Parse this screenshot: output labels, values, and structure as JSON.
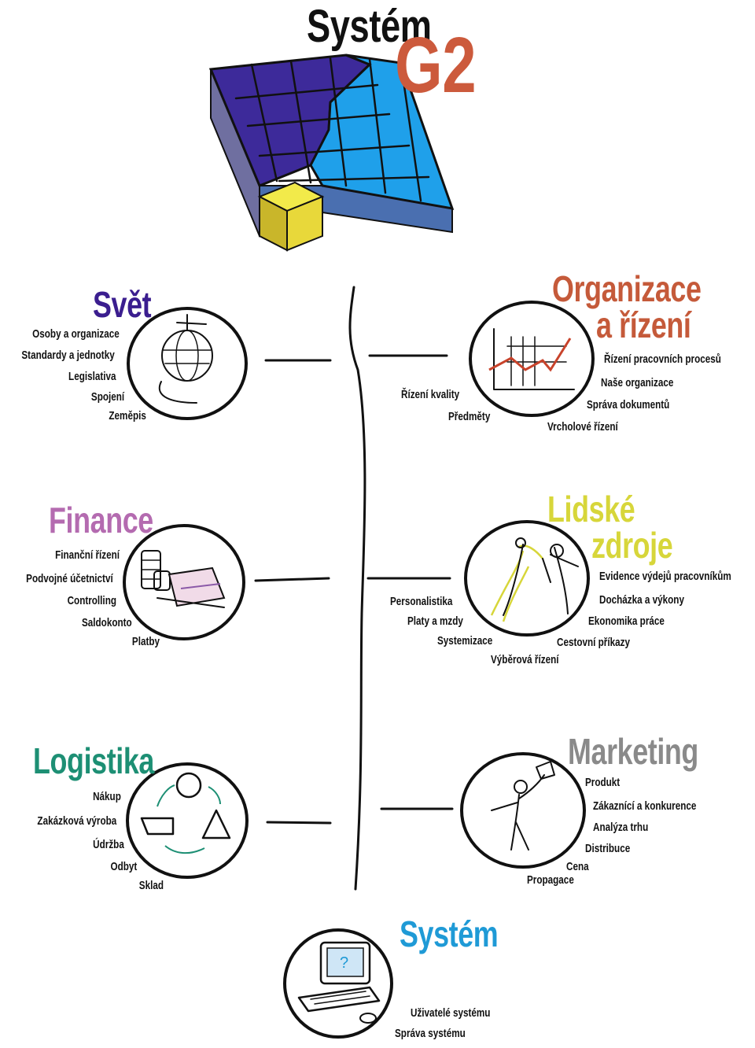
{
  "header": {
    "title_word": "Systém",
    "title_code": "G2"
  },
  "colors": {
    "svet": "#3b1e8f",
    "organizace": "#c55a3a",
    "finance": "#b46bb0",
    "lidske": "#d7d63a",
    "logistika": "#1d8f74",
    "marketing": "#8a8a8a",
    "system": "#1f9ad6"
  },
  "sections": {
    "svet": {
      "title": "Svět",
      "items": [
        "Osoby a organizace",
        "Standardy a jednotky",
        "Legislativa",
        "Spojení",
        "Zeměpis"
      ]
    },
    "organizace": {
      "title_line1": "Organizace",
      "title_line2": "a řízení",
      "items_right": [
        "Řízení pracovních procesů",
        "Naše organizace",
        "Správa dokumentů",
        "Vrcholové řízení"
      ],
      "items_left": [
        "Řízení kvality",
        "Předměty"
      ]
    },
    "finance": {
      "title": "Finance",
      "items": [
        "Finanční řízení",
        "Podvojné účetnictví",
        "Controlling",
        "Saldokonto",
        "Platby"
      ]
    },
    "lidske": {
      "title_line1": "Lidské",
      "title_line2": "zdroje",
      "items_right": [
        "Evidence výdejů pracovníkům",
        "Docházka a výkony",
        "Ekonomika práce",
        "Cestovní příkazy",
        "Výběrová řízení"
      ],
      "items_left": [
        "Personalistika",
        "Platy a mzdy",
        "Systemizace"
      ]
    },
    "logistika": {
      "title": "Logistika",
      "items": [
        "Nákup",
        "Zakázková výroba",
        "Údržba",
        "Odbyt",
        "Sklad"
      ]
    },
    "marketing": {
      "title": "Marketing",
      "items": [
        "Produkt",
        "Zákaznící a konkurence",
        "Analýza trhu",
        "Distribuce",
        "Cena",
        "Propagace"
      ]
    },
    "system": {
      "title": "Systém",
      "items": [
        "Uživatelé systému",
        "Správa systému"
      ]
    }
  }
}
